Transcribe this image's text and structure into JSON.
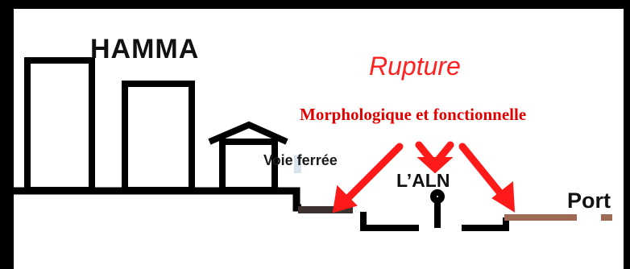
{
  "labels": {
    "hamma": "HAMMA",
    "rupture": "Rupture",
    "morphologique": "Morphologique et fonctionnelle",
    "voie_ferree": "Voie ferrée",
    "aln": "L’ALN",
    "port": "Port"
  },
  "colors": {
    "outline": "#000000",
    "accent_red": "#ff1a1a",
    "rail_track": "#3d3130",
    "port_band": "#9c6a55"
  }
}
